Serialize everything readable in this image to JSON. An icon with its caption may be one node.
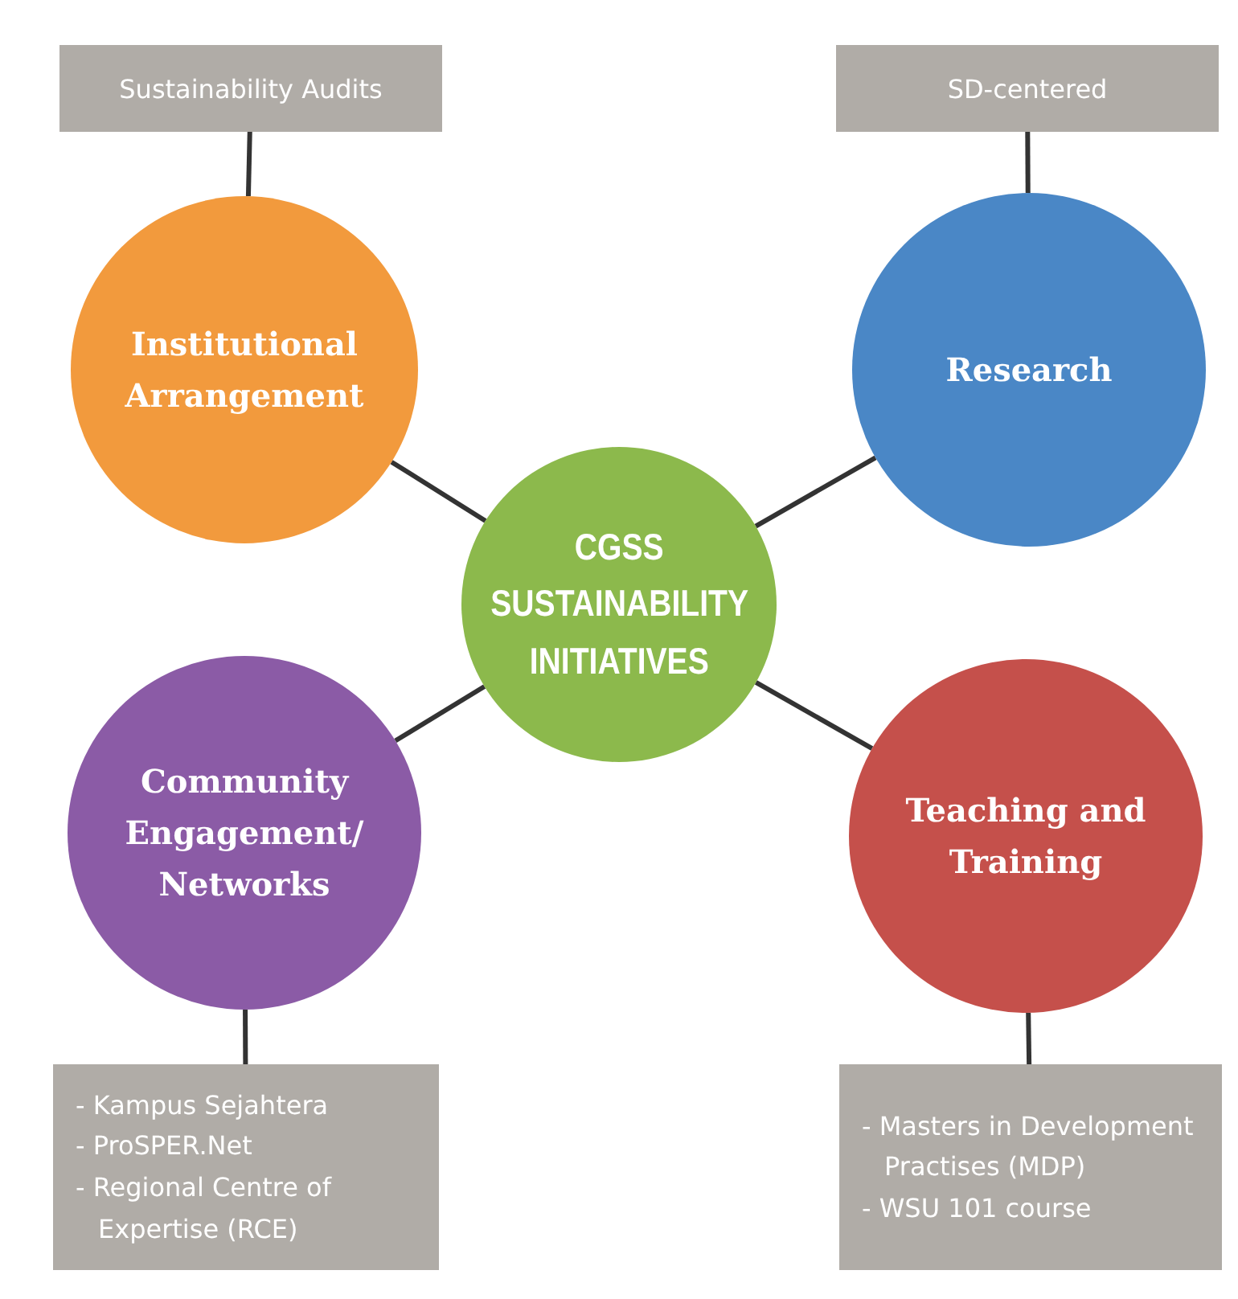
{
  "diagram": {
    "nodes": [
      {
        "text": [
          "Sustainability Audits"
        ]
      },
      {
        "text": [
          "SD-centered"
        ]
      },
      {
        "text": [
          "Institutional Arrangement"
        ]
      },
      {
        "text": [
          "Research"
        ]
      },
      {
        "text": [
          "CGSS SUSTAINABILITY INITIATIVES"
        ]
      },
      {
        "text": [
          "Community Engagement/ Networks"
        ]
      },
      {
        "text": [
          "Teaching and Training"
        ]
      },
      {
        "text": [
          "- Kampus Sejahtera",
          "- ProSPER.Net",
          "- Regional Centre of Expertise (RCE)"
        ]
      },
      {
        "text": [
          "- Masters in Development Practises (MDP)",
          "- WSU 101 course"
        ]
      }
    ],
    "edges": [
      {
        "from": 0,
        "to": 2,
        "arrow": "none"
      },
      {
        "from": 1,
        "to": 3,
        "arrow": "none"
      },
      {
        "from": 4,
        "to": 2,
        "arrow": "none"
      },
      {
        "from": 4,
        "to": 3,
        "arrow": "none"
      },
      {
        "from": 4,
        "to": 5,
        "arrow": "none"
      },
      {
        "from": 4,
        "to": 6,
        "arrow": "none"
      },
      {
        "from": 5,
        "to": 7,
        "arrow": "none"
      },
      {
        "from": 6,
        "to": 8,
        "arrow": "none"
      }
    ]
  }
}
